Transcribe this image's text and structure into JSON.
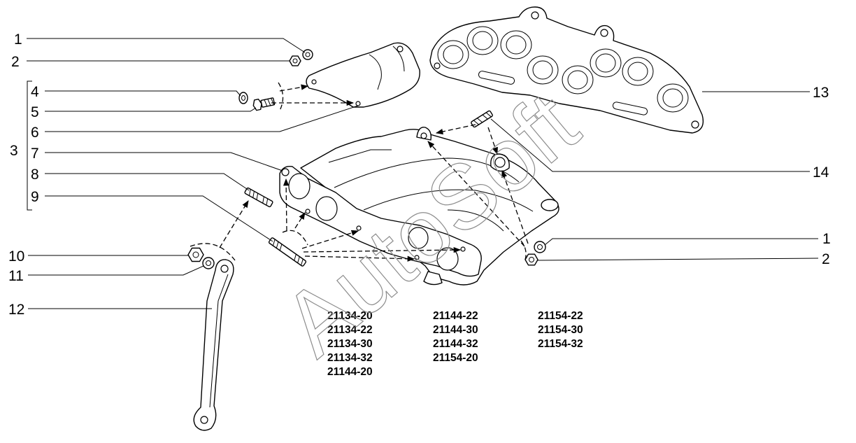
{
  "callouts": {
    "left": [
      "1",
      "2",
      "3",
      "4",
      "5",
      "6",
      "7",
      "8",
      "9",
      "10",
      "11",
      "12"
    ],
    "right": [
      "13",
      "14",
      "1",
      "2"
    ]
  },
  "part_codes": {
    "column_1": [
      "21134-20",
      "21134-22",
      "21134-30",
      "21134-32",
      "21144-20"
    ],
    "column_2": [
      "21144-22",
      "21144-30",
      "21144-32",
      "21154-20"
    ],
    "column_3": [
      "21154-22",
      "21154-30",
      "21154-32"
    ]
  },
  "watermark": "AutoSoft",
  "colors": {
    "line": "#000000",
    "watermark": "#8c8c8c",
    "background": "#ffffff"
  }
}
